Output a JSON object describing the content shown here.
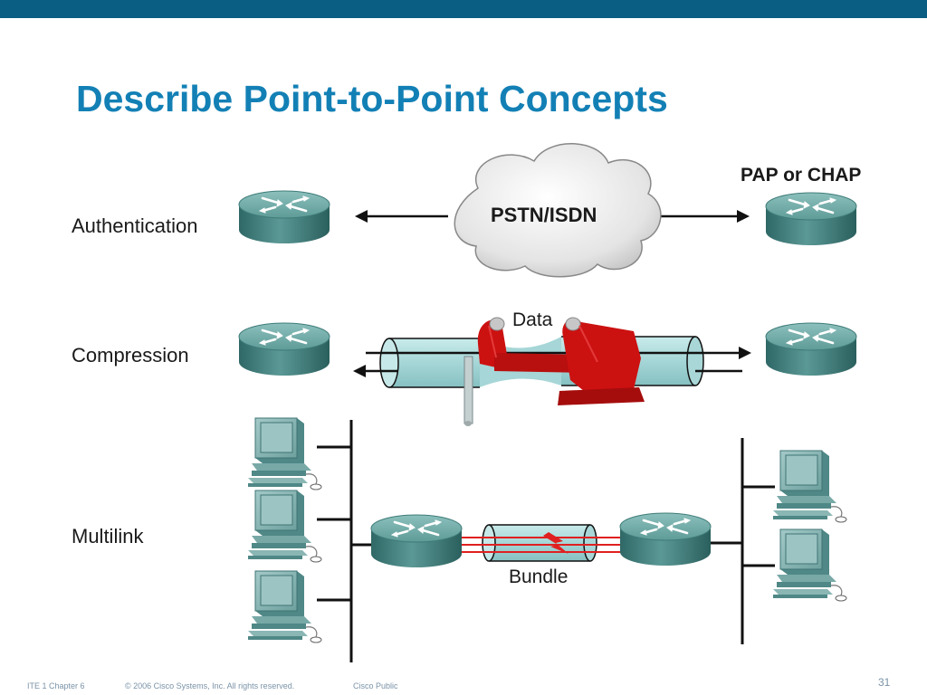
{
  "slide": {
    "title": "Describe Point-to-Point Concepts",
    "page_number": "31"
  },
  "rows": {
    "authentication": {
      "label": "Authentication",
      "cloud_label": "PSTN/ISDN",
      "protocol_label": "PAP or CHAP"
    },
    "compression": {
      "label": "Compression",
      "data_label": "Data"
    },
    "multilink": {
      "label": "Multilink",
      "bundle_label": "Bundle"
    }
  },
  "footer": {
    "chapter": "ITE 1 Chapter 6",
    "copyright": "© 2006 Cisco Systems, Inc. All rights reserved.",
    "classification": "Cisco Public"
  },
  "colors": {
    "accent": "#1380b5",
    "top_bar": "#0a5e84",
    "router": "#4f8f8c",
    "pipe": "#a9d7d8",
    "vise": "#cc1111",
    "bundle_links": "#e02020"
  },
  "icons": [
    "router-icon",
    "pstn-cloud-icon",
    "vise-icon",
    "workstation-icon",
    "lightning-icon"
  ]
}
